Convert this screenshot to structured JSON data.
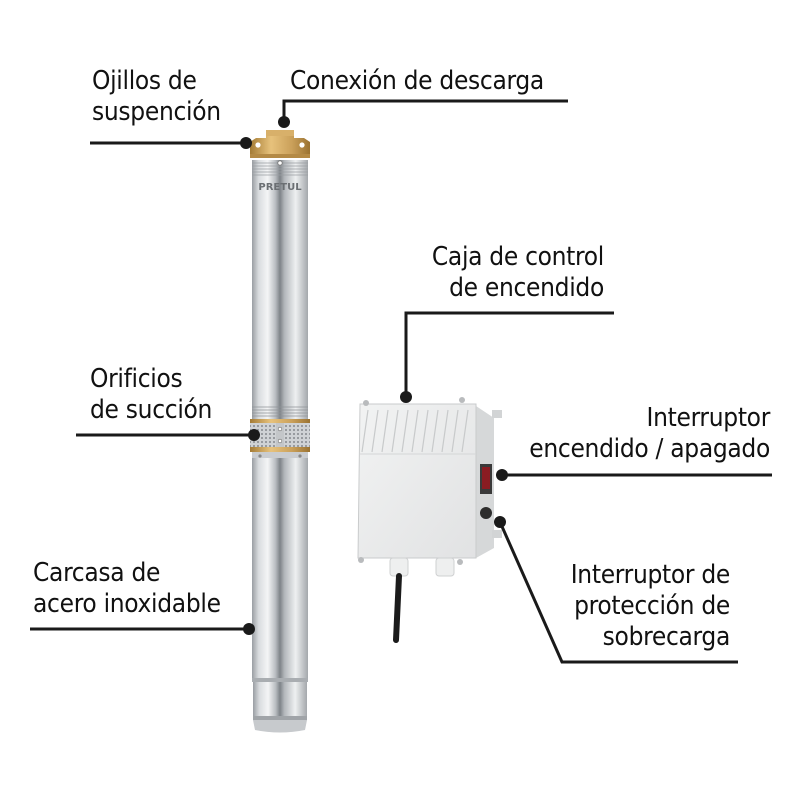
{
  "diagram": {
    "product_brand": "PRETUL",
    "colors": {
      "text": "#111111",
      "line": "#1a1a1a",
      "brass": "#c9a15a",
      "steel_light": "#e4e6e8",
      "steel_dark": "#8d9196",
      "box": "#eceded",
      "switch_red": "#8a1c22"
    },
    "callouts": [
      {
        "id": "ojillos",
        "lines": [
          "Ojillos de",
          "suspención"
        ]
      },
      {
        "id": "conexion",
        "lines": [
          "Conexión de descarga"
        ]
      },
      {
        "id": "caja",
        "lines": [
          "Caja de control",
          "de encendido"
        ]
      },
      {
        "id": "orificios",
        "lines": [
          "Orificios",
          "de succión"
        ]
      },
      {
        "id": "interruptor-onoff",
        "lines": [
          "Interruptor",
          "encendido / apagado"
        ]
      },
      {
        "id": "carcasa",
        "lines": [
          "Carcasa de",
          "acero inoxidable"
        ]
      },
      {
        "id": "interruptor-proteccion",
        "lines": [
          "Interruptor de",
          "protección de",
          "sobrecarga"
        ]
      }
    ]
  }
}
